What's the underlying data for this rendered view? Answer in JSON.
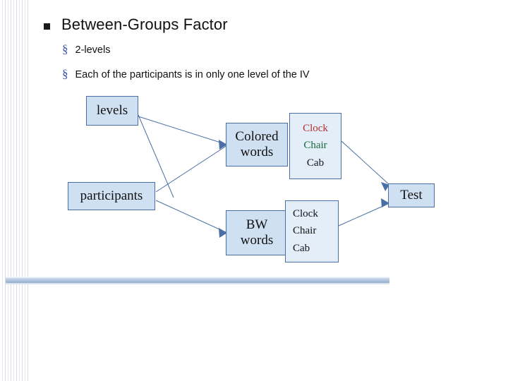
{
  "slide": {
    "title": "Between-Groups Factor",
    "bullets": [
      {
        "marker": "§",
        "text": "2-levels"
      },
      {
        "marker": "§",
        "text": "Each of the participants is in only one level of the IV"
      }
    ]
  },
  "diagram": {
    "nodes": {
      "levels": "levels",
      "participants": "participants",
      "colored_words": "Colored words",
      "colored_words_line1": "Colored",
      "colored_words_line2": "words",
      "bw_words": "BW words",
      "bw_words_line1": "BW",
      "bw_words_line2": "words",
      "test": "Test"
    },
    "word_list_top": [
      "Clock",
      "Chair",
      "Cab"
    ],
    "word_list_bottom": [
      "Clock",
      "Chair",
      "Cab"
    ]
  },
  "colors": {
    "box_fill": "#cfe0f2",
    "box_border": "#4a6fa5",
    "word_red": "#b03030",
    "word_green": "#1a6b3c",
    "word_black": "#111111",
    "bullet_marker": "#3355aa",
    "bottom_bar": "#93aecf"
  }
}
